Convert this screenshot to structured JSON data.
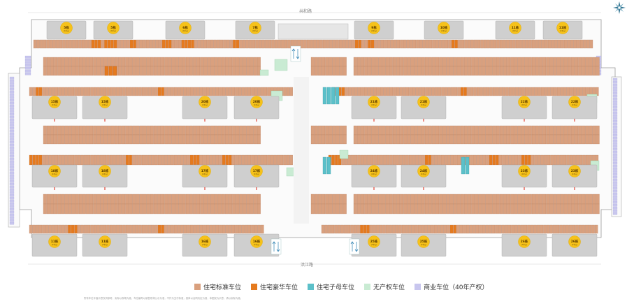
{
  "roads": {
    "north": "共和路",
    "south": "洪江路"
  },
  "legend": [
    {
      "label": "住宅标准车位",
      "color": "#d9a07e"
    },
    {
      "label": "住宅豪华车位",
      "color": "#e57a1e"
    },
    {
      "label": "住宅子母车位",
      "color": "#5cc0c9"
    },
    {
      "label": "无产权车位",
      "color": "#c9ebd3"
    },
    {
      "label": "商业车位（40年产权）",
      "color": "#c8c6ee"
    }
  ],
  "buildings_top": [
    "5栋",
    "5栋",
    "6栋",
    "7栋",
    "9栋",
    "10栋",
    "11栋",
    "11栋"
  ],
  "buildings_row1": [
    "15栋",
    "15栋",
    "20栋",
    "20栋",
    "21栋",
    "21栋",
    "22栋",
    "22栋"
  ],
  "buildings_row2": [
    "18栋",
    "18栋",
    "17栋",
    "17栋",
    "24栋",
    "24栋",
    "23栋",
    "23栋"
  ],
  "buildings_row3": [
    "11栋",
    "11栋",
    "16栋",
    "16栋",
    "25栋",
    "25栋",
    "26栋",
    "26栋"
  ],
  "building_sub": "(1单元)",
  "note": "所有车位平面示意仅供参考，实际以现场为准，车位编号以销售现场公示为准，不作为交付标准，具体以合同约定为准，本图仅为示意，请以实际为准。",
  "colors": {
    "standard": "#d9a07e",
    "luxury": "#e57a1e",
    "mother": "#5cc0c9",
    "nonprop": "#c9ebd3",
    "commercial": "#c8c6ee",
    "core": "#cfcfcf",
    "badge": "#f6c21a"
  },
  "icons": [
    "compass-icon",
    "parking-grid",
    "entry-ramp-icon"
  ]
}
